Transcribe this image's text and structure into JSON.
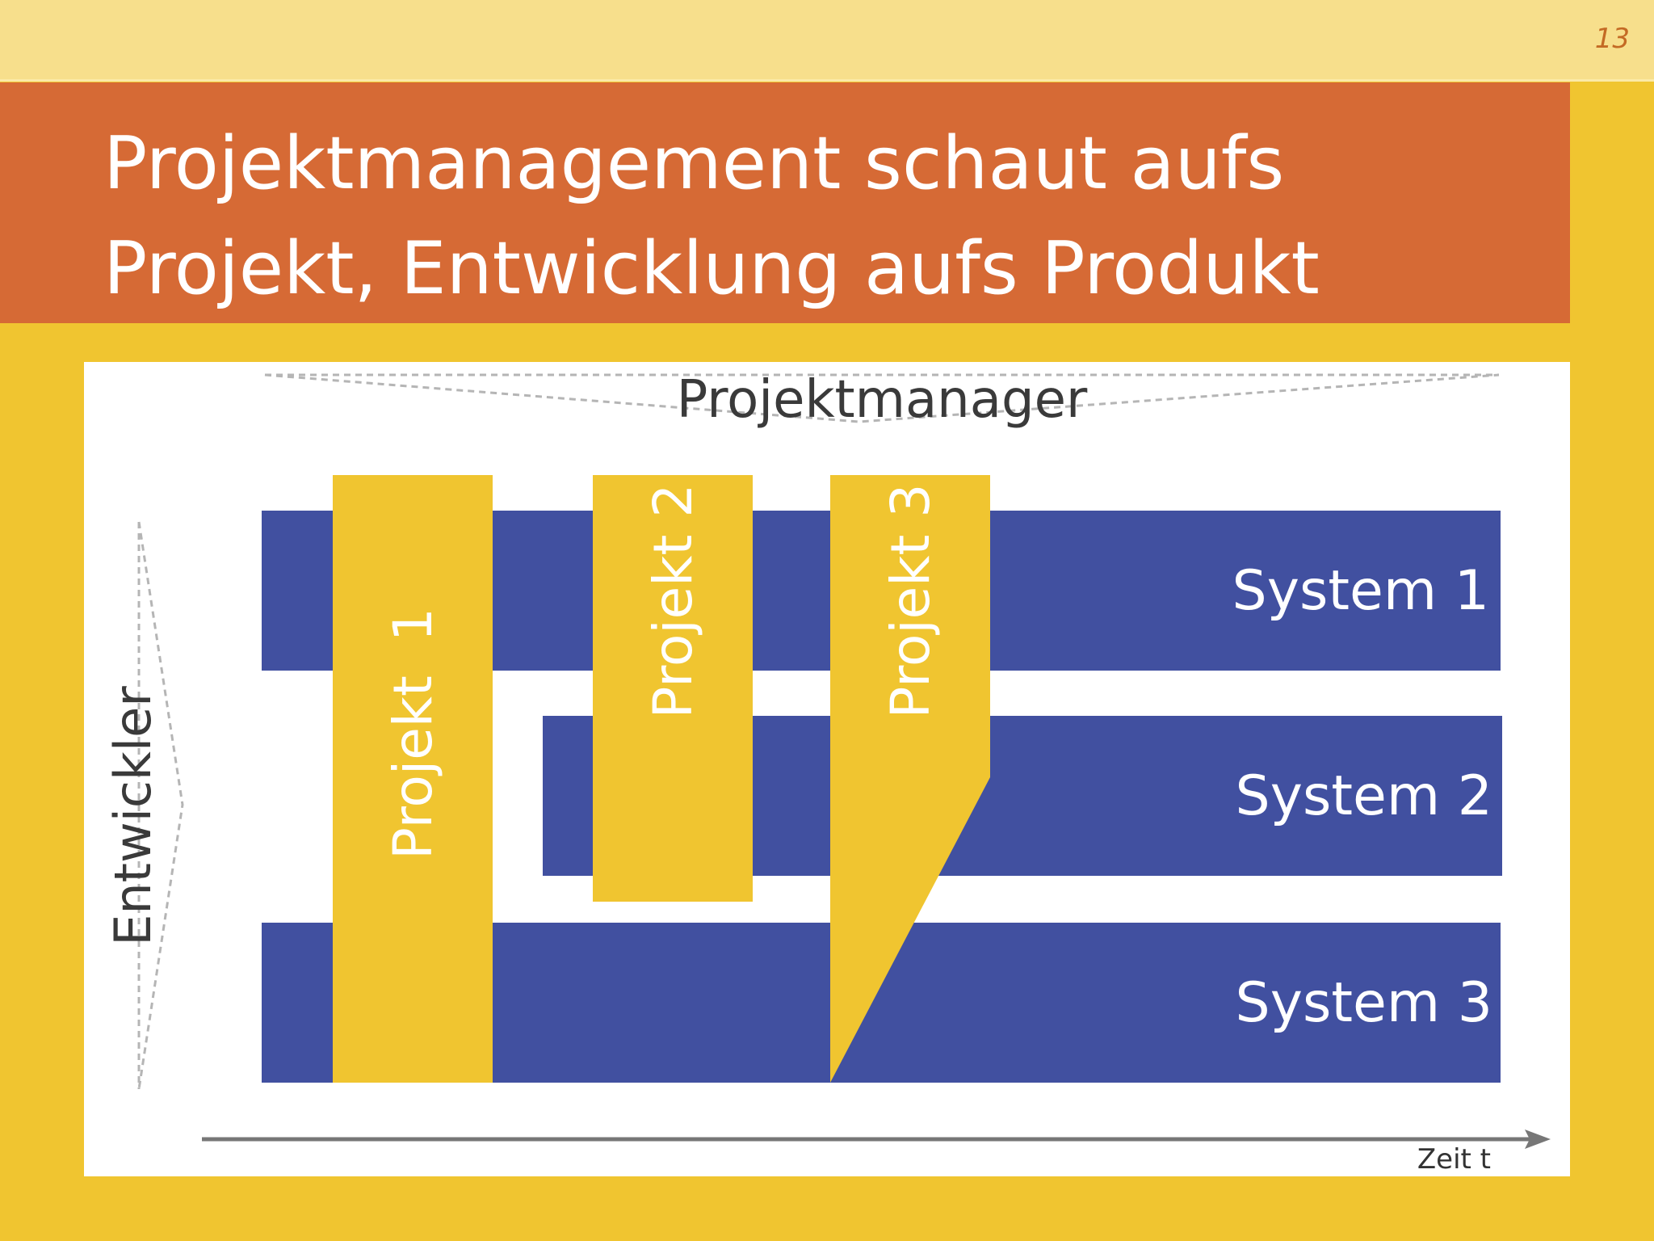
{
  "slide": {
    "page_number": "13",
    "title_lines": [
      "Projektmanagement schaut aufs",
      "Projekt, Entwicklung aufs Produkt"
    ]
  },
  "diagram": {
    "top_label": "Projektmanager",
    "side_label": "Entwickler",
    "axis_label": "Zeit t",
    "systems": [
      "System 1",
      "System 2",
      "System 3"
    ],
    "projects": [
      "Projekt  1",
      "Projekt 2",
      "Projekt 3"
    ]
  },
  "colors": {
    "background": "#f0c530",
    "top_band": "#f7df8c",
    "title_bar": "#d66a35",
    "system_bar": "#4150a0",
    "project_bar": "#f0c530",
    "panel": "#ffffff",
    "axis": "#777777"
  }
}
